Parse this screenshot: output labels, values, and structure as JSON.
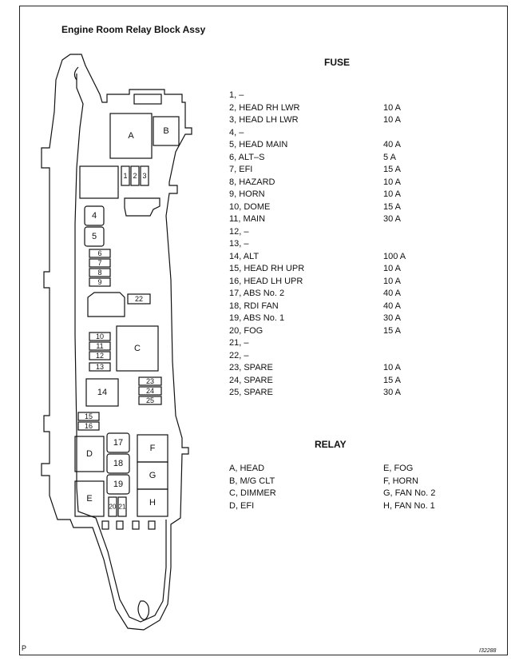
{
  "title": "Engine Room Relay Block Assy",
  "fuse_heading": "FUSE",
  "relay_heading": "RELAY",
  "fuses": [
    {
      "name": "1, –",
      "amp": ""
    },
    {
      "name": "2, HEAD RH LWR",
      "amp": "10 A"
    },
    {
      "name": "3, HEAD LH LWR",
      "amp": "10 A"
    },
    {
      "name": "4, –",
      "amp": ""
    },
    {
      "name": "5, HEAD MAIN",
      "amp": "40 A"
    },
    {
      "name": "6, ALT–S",
      "amp": "5 A"
    },
    {
      "name": "7, EFI",
      "amp": "15 A"
    },
    {
      "name": "8, HAZARD",
      "amp": "10 A"
    },
    {
      "name": "9, HORN",
      "amp": "10 A"
    },
    {
      "name": "10, DOME",
      "amp": "15 A"
    },
    {
      "name": "11, MAIN",
      "amp": "30 A"
    },
    {
      "name": "12, –",
      "amp": ""
    },
    {
      "name": "13, –",
      "amp": ""
    },
    {
      "name": "14, ALT",
      "amp": "100 A"
    },
    {
      "name": "15, HEAD RH UPR",
      "amp": "10 A"
    },
    {
      "name": "16, HEAD LH UPR",
      "amp": "10 A"
    },
    {
      "name": "17, ABS No. 2",
      "amp": "40 A"
    },
    {
      "name": "18, RDI FAN",
      "amp": "40 A"
    },
    {
      "name": "19, ABS No. 1",
      "amp": "30 A"
    },
    {
      "name": "20, FOG",
      "amp": "15 A"
    },
    {
      "name": "21, –",
      "amp": ""
    },
    {
      "name": "22, –",
      "amp": ""
    },
    {
      "name": "23, SPARE",
      "amp": "10 A"
    },
    {
      "name": "24, SPARE",
      "amp": "15 A"
    },
    {
      "name": "25, SPARE",
      "amp": "30 A"
    }
  ],
  "relays": [
    {
      "left": "A, HEAD",
      "right": "E, FOG"
    },
    {
      "left": "B, M/G CLT",
      "right": "F, HORN"
    },
    {
      "left": "C, DIMMER",
      "right": "G, FAN No. 2"
    },
    {
      "left": "D, EFI",
      "right": "H, FAN No. 1"
    }
  ],
  "diagram_labels": {
    "A": "A",
    "B": "B",
    "C": "C",
    "D": "D",
    "E": "E",
    "F": "F",
    "G": "G",
    "H": "H",
    "f1": "1",
    "f2": "2",
    "f3": "3",
    "f4": "4",
    "f5": "5",
    "f6": "6",
    "f7": "7",
    "f8": "8",
    "f9": "9",
    "f10": "10",
    "f11": "11",
    "f12": "12",
    "f13": "13",
    "f14": "14",
    "f15": "15",
    "f16": "16",
    "f17": "17",
    "f18": "18",
    "f19": "19",
    "f20": "20",
    "f21": "21",
    "f22": "22",
    "f23": "23",
    "f24": "24",
    "f25": "25"
  },
  "corner_letter": "P",
  "figure_code": "I32288"
}
